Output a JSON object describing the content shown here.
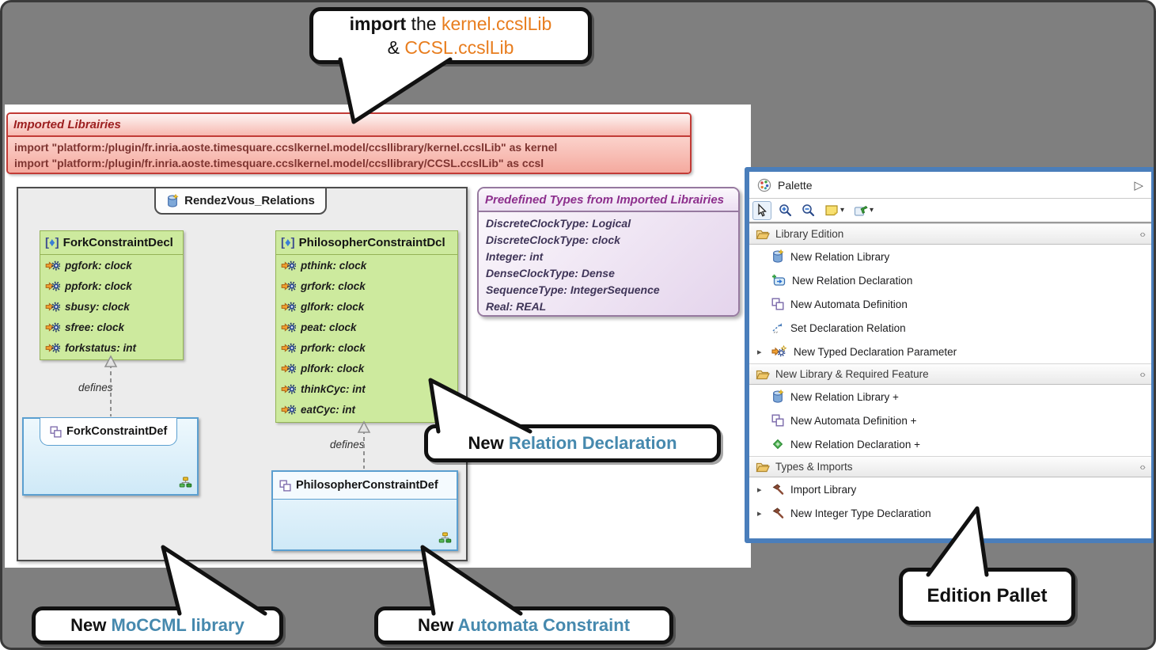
{
  "glyphs": {
    "panel_arrow": "▷",
    "section_pin": "‹›",
    "expand": "▸",
    "dropdown": "▾",
    "bracket_open": "[",
    "diamond": "♦",
    "bracket_close": "]"
  },
  "colors": {
    "accent_orange": "#e87d1e",
    "accent_blue": "#4689ae",
    "palette_border": "#4a7ebb",
    "green_box": "#cdea9e",
    "pink_panel": "#f5b2a9",
    "purple_title": "#8d2f8d",
    "background_gray": "#7f7f7f"
  },
  "callout_import": {
    "word_import": "import",
    "word_the": " the ",
    "lib1": "kernel.ccslLib",
    "amp": "& ",
    "lib2": "CCSL.ccslLib"
  },
  "callout_relation": {
    "prefix": "New ",
    "highlight": "Relation Declaration"
  },
  "callout_moccml": {
    "prefix": "New ",
    "highlight": "MoCCML library"
  },
  "callout_automata": {
    "prefix": "New ",
    "highlight": "Automata Constraint"
  },
  "callout_edition": {
    "label": "Edition Pallet"
  },
  "imported_libraries": {
    "title": "Imported Librairies",
    "lines": [
      "import \"platform:/plugin/fr.inria.aoste.timesquare.ccslkernel.model/ccsllibrary/kernel.ccslLib\" as kernel",
      "import \"platform:/plugin/fr.inria.aoste.timesquare.ccslkernel.model/ccsllibrary/CCSL.ccslLib\" as ccsl"
    ]
  },
  "diagram": {
    "tab_label": "RendezVous_Relations",
    "defines_label": "defines",
    "fork_decl": {
      "name": "ForkConstraintDecl",
      "attrs": [
        "pgfork: clock",
        "ppfork: clock",
        "sbusy: clock",
        "sfree: clock",
        "forkstatus: int"
      ]
    },
    "philosopher_decl": {
      "name": "PhilosopherConstraintDcl",
      "attrs": [
        "pthink: clock",
        "grfork: clock",
        "glfork: clock",
        "peat: clock",
        "prfork: clock",
        "plfork: clock",
        "thinkCyc: int",
        "eatCyc: int"
      ]
    },
    "fork_def": {
      "name": "ForkConstraintDef"
    },
    "philosopher_def": {
      "name": "PhilosopherConstraintDef"
    }
  },
  "predefined_types": {
    "title": "Predefined Types from Imported Librairies",
    "lines": [
      "DiscreteClockType: Logical",
      "DiscreteClockType: clock",
      "Integer: int",
      "DenseClockType: Dense",
      "SequenceType: IntegerSequence",
      "Real: REAL"
    ]
  },
  "palette": {
    "title": "Palette",
    "toolbar_icons": [
      "select-cursor-icon",
      "zoom-in-icon",
      "zoom-out-icon",
      "sticky-note-icon",
      "pin-stamp-icon"
    ],
    "sections": [
      {
        "label": "Library Edition",
        "items": [
          {
            "label": "New Relation Library",
            "icon": "relation-library-icon"
          },
          {
            "label": "New Relation Declaration",
            "icon": "relation-declaration-icon"
          },
          {
            "label": "New Automata Definition",
            "icon": "automata-definition-icon"
          },
          {
            "label": "Set Declaration Relation",
            "icon": "set-declaration-relation-icon"
          },
          {
            "label": "New Typed Declaration Parameter",
            "icon": "typed-declaration-parameter-icon",
            "expand": true
          }
        ]
      },
      {
        "label": "New Library & Required Feature",
        "items": [
          {
            "label": "New Relation Library +",
            "icon": "relation-library-icon"
          },
          {
            "label": "New Automata Definition +",
            "icon": "automata-definition-icon"
          },
          {
            "label": "New Relation Declaration +",
            "icon": "green-diamond-icon"
          }
        ]
      },
      {
        "label": "Types & Imports",
        "items": [
          {
            "label": "Import Library",
            "icon": "hammer-icon",
            "expand": true
          },
          {
            "label": "New Integer Type Declaration",
            "icon": "hammer-icon",
            "expand": true
          }
        ]
      }
    ]
  }
}
